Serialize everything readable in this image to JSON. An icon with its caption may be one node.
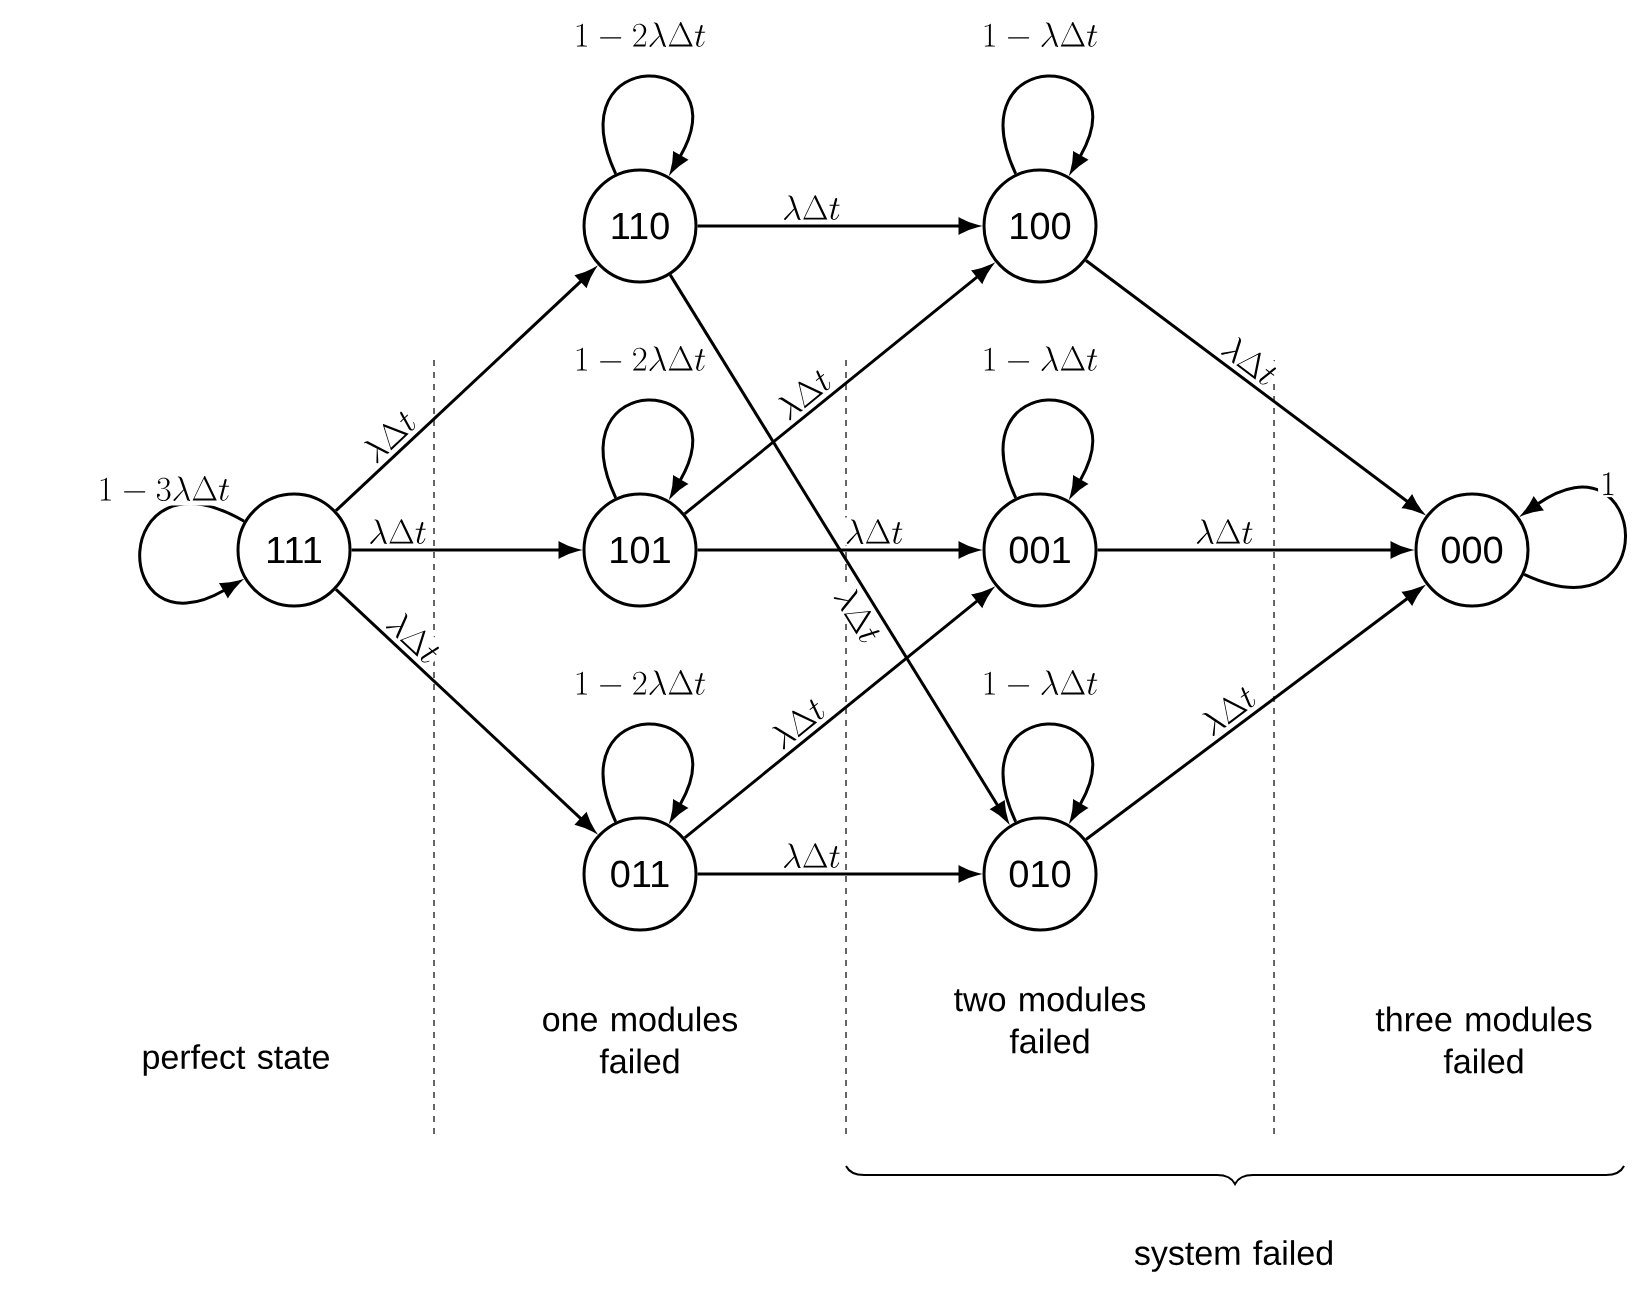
{
  "diagram": {
    "nodes": [
      {
        "text": [
          "111"
        ]
      },
      {
        "text": [
          "110"
        ]
      },
      {
        "text": [
          "101"
        ]
      },
      {
        "text": [
          "011"
        ]
      },
      {
        "text": [
          "100"
        ]
      },
      {
        "text": [
          "001"
        ]
      },
      {
        "text": [
          "010"
        ]
      },
      {
        "text": [
          "000"
        ]
      }
    ],
    "edges": [
      {
        "from": 0,
        "to": 0,
        "arrow": "to",
        "label": "1-3\\lambda\\Delta t"
      },
      {
        "from": 0,
        "to": 1,
        "arrow": "to",
        "label": "\\lambda\\Delta t"
      },
      {
        "from": 0,
        "to": 2,
        "arrow": "to",
        "label": "\\lambda\\Delta t"
      },
      {
        "from": 0,
        "to": 3,
        "arrow": "to",
        "label": "\\lambda\\Delta t"
      },
      {
        "from": 1,
        "to": 1,
        "arrow": "to",
        "label": "1-2\\lambda\\Delta t"
      },
      {
        "from": 1,
        "to": 4,
        "arrow": "to",
        "label": "\\lambda\\Delta t"
      },
      {
        "from": 1,
        "to": 6,
        "arrow": "to",
        "label": "\\lambda\\Delta t"
      },
      {
        "from": 2,
        "to": 2,
        "arrow": "to",
        "label": "1-2\\lambda\\Delta t"
      },
      {
        "from": 2,
        "to": 4,
        "arrow": "to",
        "label": "\\lambda\\Delta t"
      },
      {
        "from": 2,
        "to": 5,
        "arrow": "to",
        "label": "\\lambda\\Delta t"
      },
      {
        "from": 3,
        "to": 3,
        "arrow": "to",
        "label": "1-2\\lambda\\Delta t"
      },
      {
        "from": 3,
        "to": 5,
        "arrow": "to",
        "label": "\\lambda\\Delta t"
      },
      {
        "from": 3,
        "to": 6,
        "arrow": "to",
        "label": "\\lambda\\Delta t"
      },
      {
        "from": 4,
        "to": 4,
        "arrow": "to",
        "label": "1-\\lambda\\Delta t"
      },
      {
        "from": 4,
        "to": 7,
        "arrow": "to",
        "label": "\\lambda\\Delta t"
      },
      {
        "from": 5,
        "to": 5,
        "arrow": "to",
        "label": "1-\\lambda\\Delta t"
      },
      {
        "from": 5,
        "to": 7,
        "arrow": "to",
        "label": "\\lambda\\Delta t"
      },
      {
        "from": 6,
        "to": 6,
        "arrow": "to",
        "label": "1-\\lambda\\Delta t"
      },
      {
        "from": 6,
        "to": 7,
        "arrow": "to",
        "label": "\\lambda\\Delta t"
      },
      {
        "from": 7,
        "to": 7,
        "arrow": "to",
        "label": "1"
      }
    ],
    "labels": [
      "perfect state",
      "one modules failed",
      "two modules failed",
      "three modules failed",
      "system failed"
    ]
  }
}
